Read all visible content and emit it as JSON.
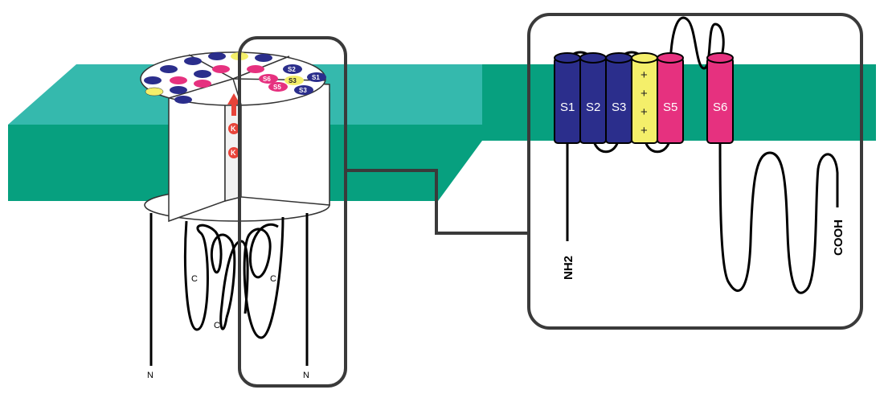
{
  "colors": {
    "membrane_top": "#35b9ad",
    "membrane_front": "#07a07f",
    "voltage_sensor": "#2b2e8c",
    "positive_segment": "#f4ef6a",
    "pore_segment": "#e6317f",
    "ion": "#e8443a",
    "outline": "#3a3a3a"
  },
  "segments": [
    {
      "label": "S1",
      "color": "#2b2e8c"
    },
    {
      "label": "S2",
      "color": "#2b2e8c"
    },
    {
      "label": "S3",
      "color": "#2b2e8c"
    },
    {
      "label": "+",
      "color": "#f4ef6a"
    },
    {
      "label": "S5",
      "color": "#e6317f"
    },
    {
      "label": "S6",
      "color": "#e6317f"
    }
  ],
  "s4_charges": [
    "+",
    "+",
    "+",
    "+"
  ],
  "termini": {
    "n": "NH2",
    "c": "COOH"
  },
  "channel": {
    "ion_label": "K",
    "tail_labels": {
      "c_left": "C",
      "c_bottom": "C",
      "c_right": "C",
      "n_left": "N",
      "n_right": "N"
    },
    "top_labels": {
      "s1": "S1",
      "s2": "S2",
      "s3": "S3",
      "s5": "S5",
      "s6": "S6",
      "s4": "S3"
    }
  }
}
